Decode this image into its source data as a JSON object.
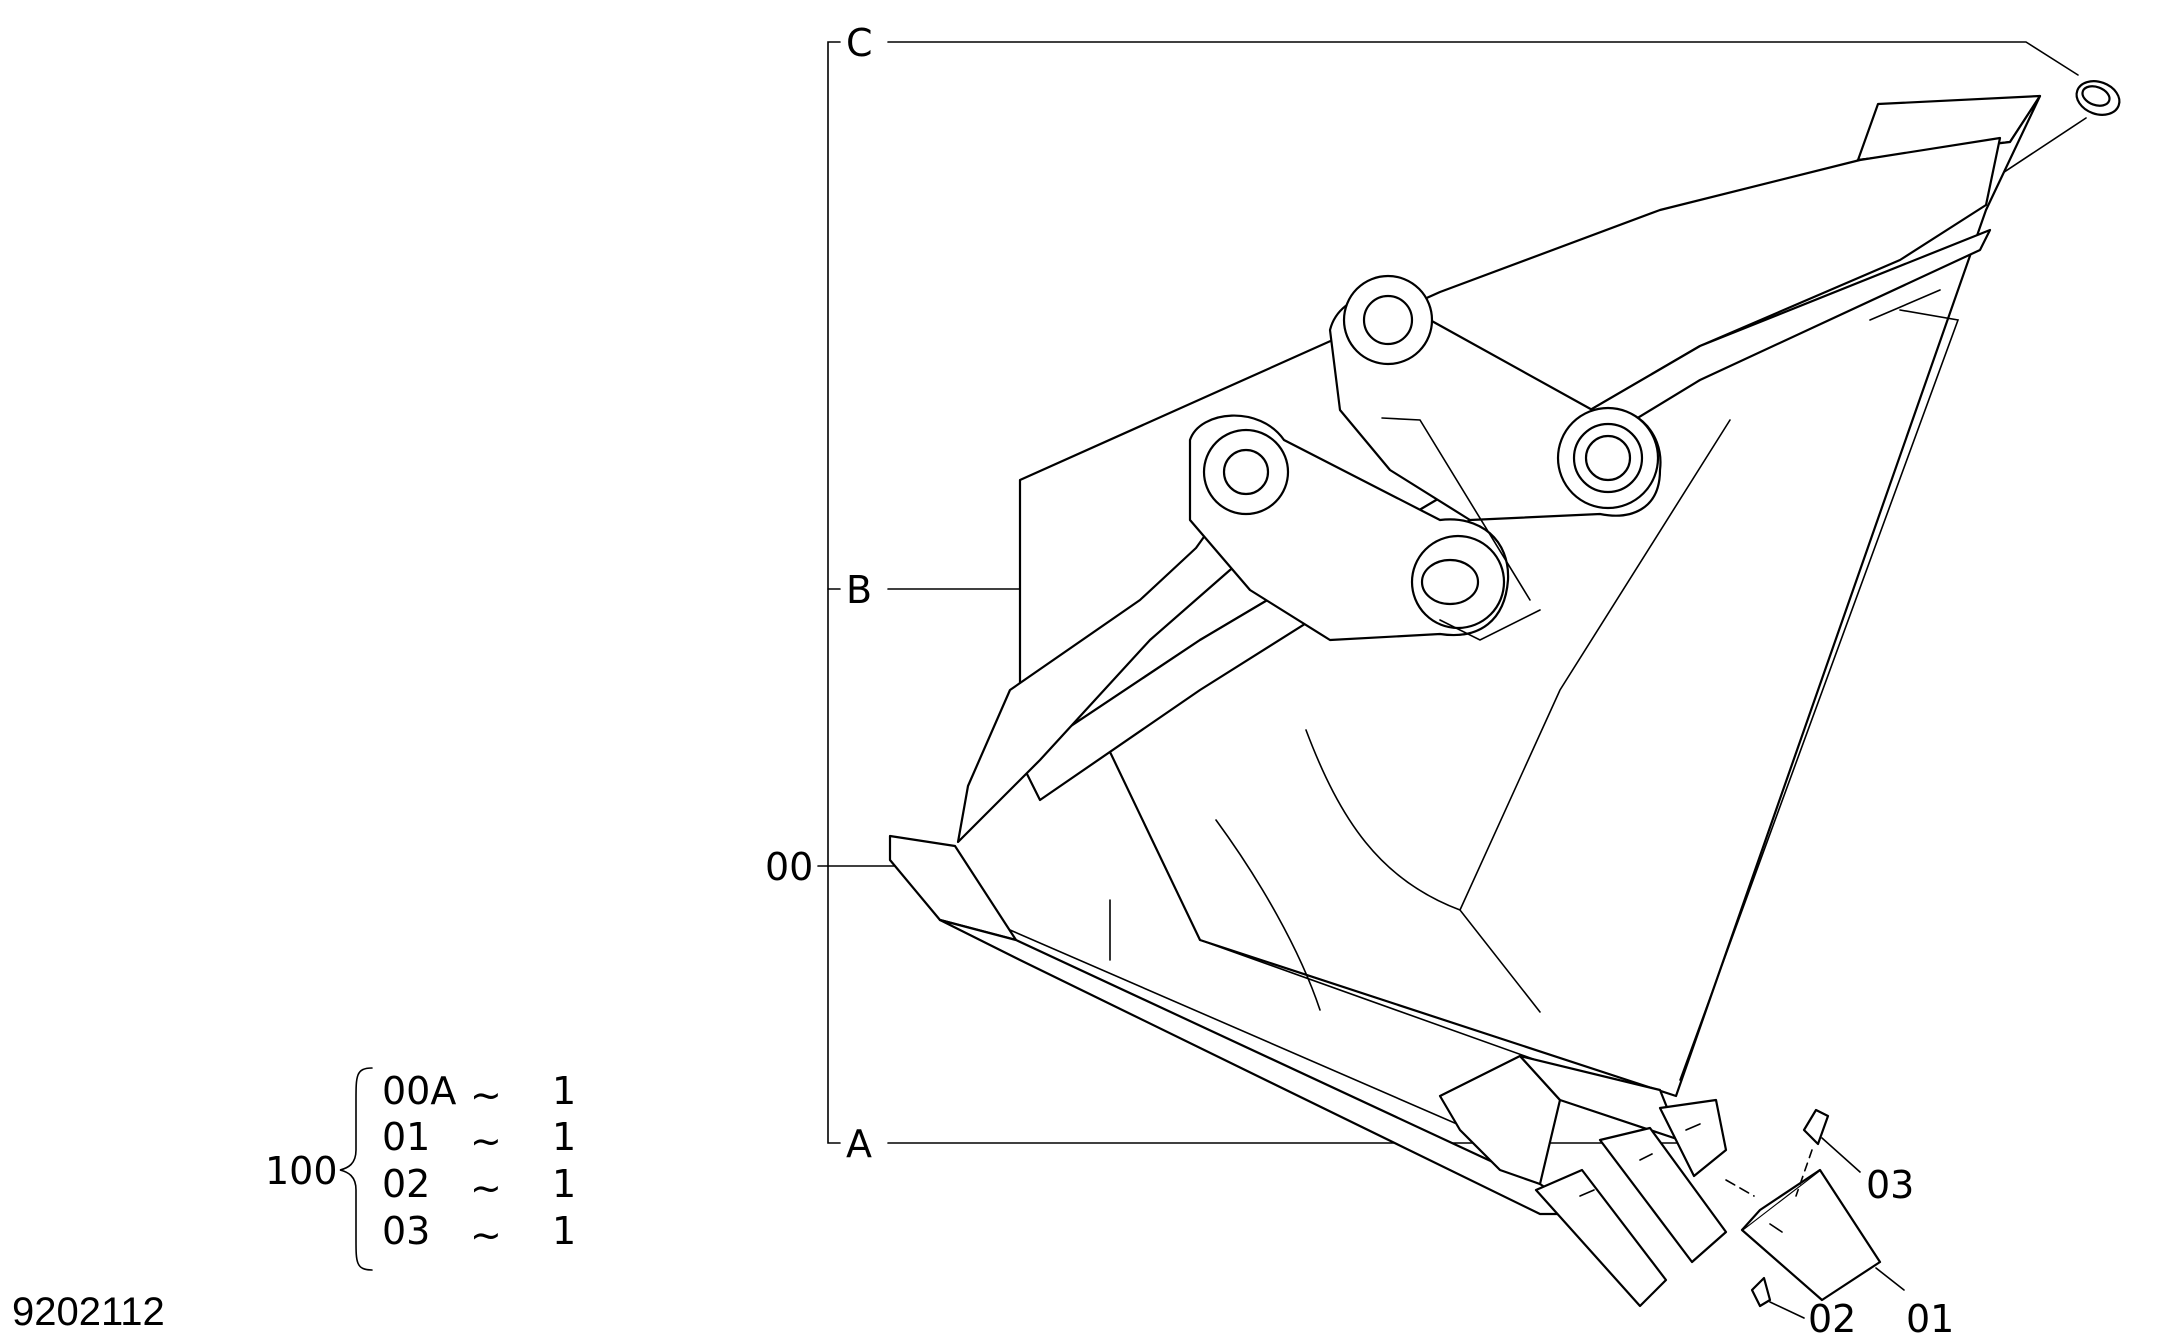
{
  "callouts": {
    "c": "C",
    "b": "B",
    "a": "A",
    "assembly": "00"
  },
  "parts": {
    "p01": "01",
    "p02": "02",
    "p03": "03"
  },
  "kit": {
    "number": "100",
    "rows": [
      {
        "part": "00A",
        "tilde": "~",
        "qty": "1"
      },
      {
        "part": "01",
        "tilde": "~",
        "qty": "1"
      },
      {
        "part": "02",
        "tilde": "~",
        "qty": "1"
      },
      {
        "part": "03",
        "tilde": "~",
        "qty": "1"
      }
    ]
  },
  "figure_number": "9202112"
}
